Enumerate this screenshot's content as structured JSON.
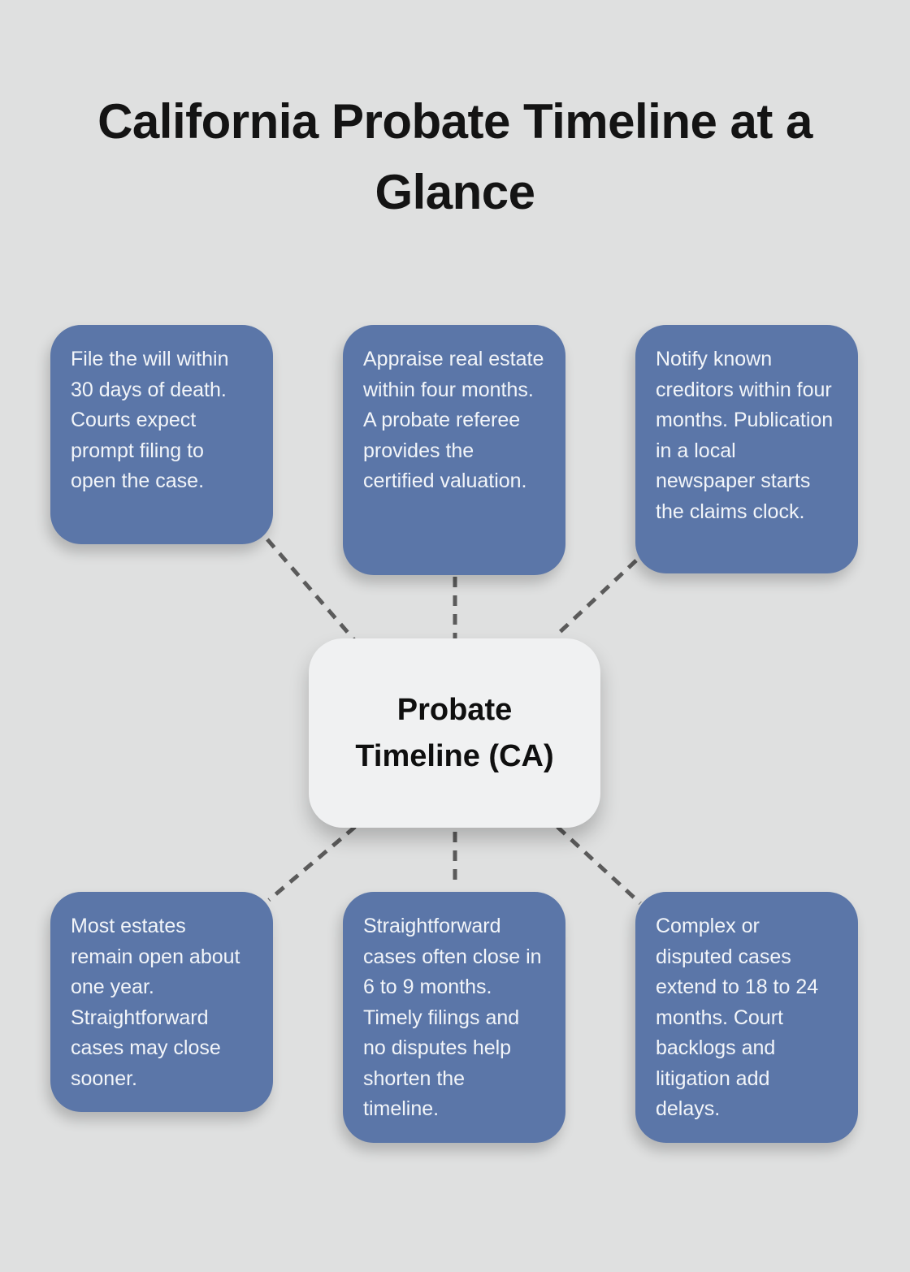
{
  "title": "California Probate Timeline at a Glance",
  "center_node": {
    "label": "Probate Timeline (CA)"
  },
  "steps": [
    {
      "id": "file-will",
      "text": "File the will within 30 days of death. Courts expect prompt filing to open the case."
    },
    {
      "id": "appraise-estate",
      "text": "Appraise real estate within four months. A probate referee provides the certified valuation."
    },
    {
      "id": "notify-creditors",
      "text": "Notify known creditors within four months. Publication in a local newspaper starts the claims clock."
    },
    {
      "id": "estates-open",
      "text": "Most estates remain open about one year. Straightforward cases may close sooner."
    },
    {
      "id": "simple-cases",
      "text": "Straightforward cases often close in 6 to 9 months. Timely filings and no disputes help shorten the timeline."
    },
    {
      "id": "complex-cases",
      "text": "Complex or disputed cases extend to 18 to 24 months. Court backlogs and litigation add delays."
    }
  ],
  "colors": {
    "background": "#dfe0e0",
    "step_box": "#5b76a8",
    "step_text": "#f2f5f9",
    "center_box": "#f0f1f2",
    "center_text": "#0f0f0f",
    "title_text": "#141414",
    "connector": "#5b5b5b"
  }
}
